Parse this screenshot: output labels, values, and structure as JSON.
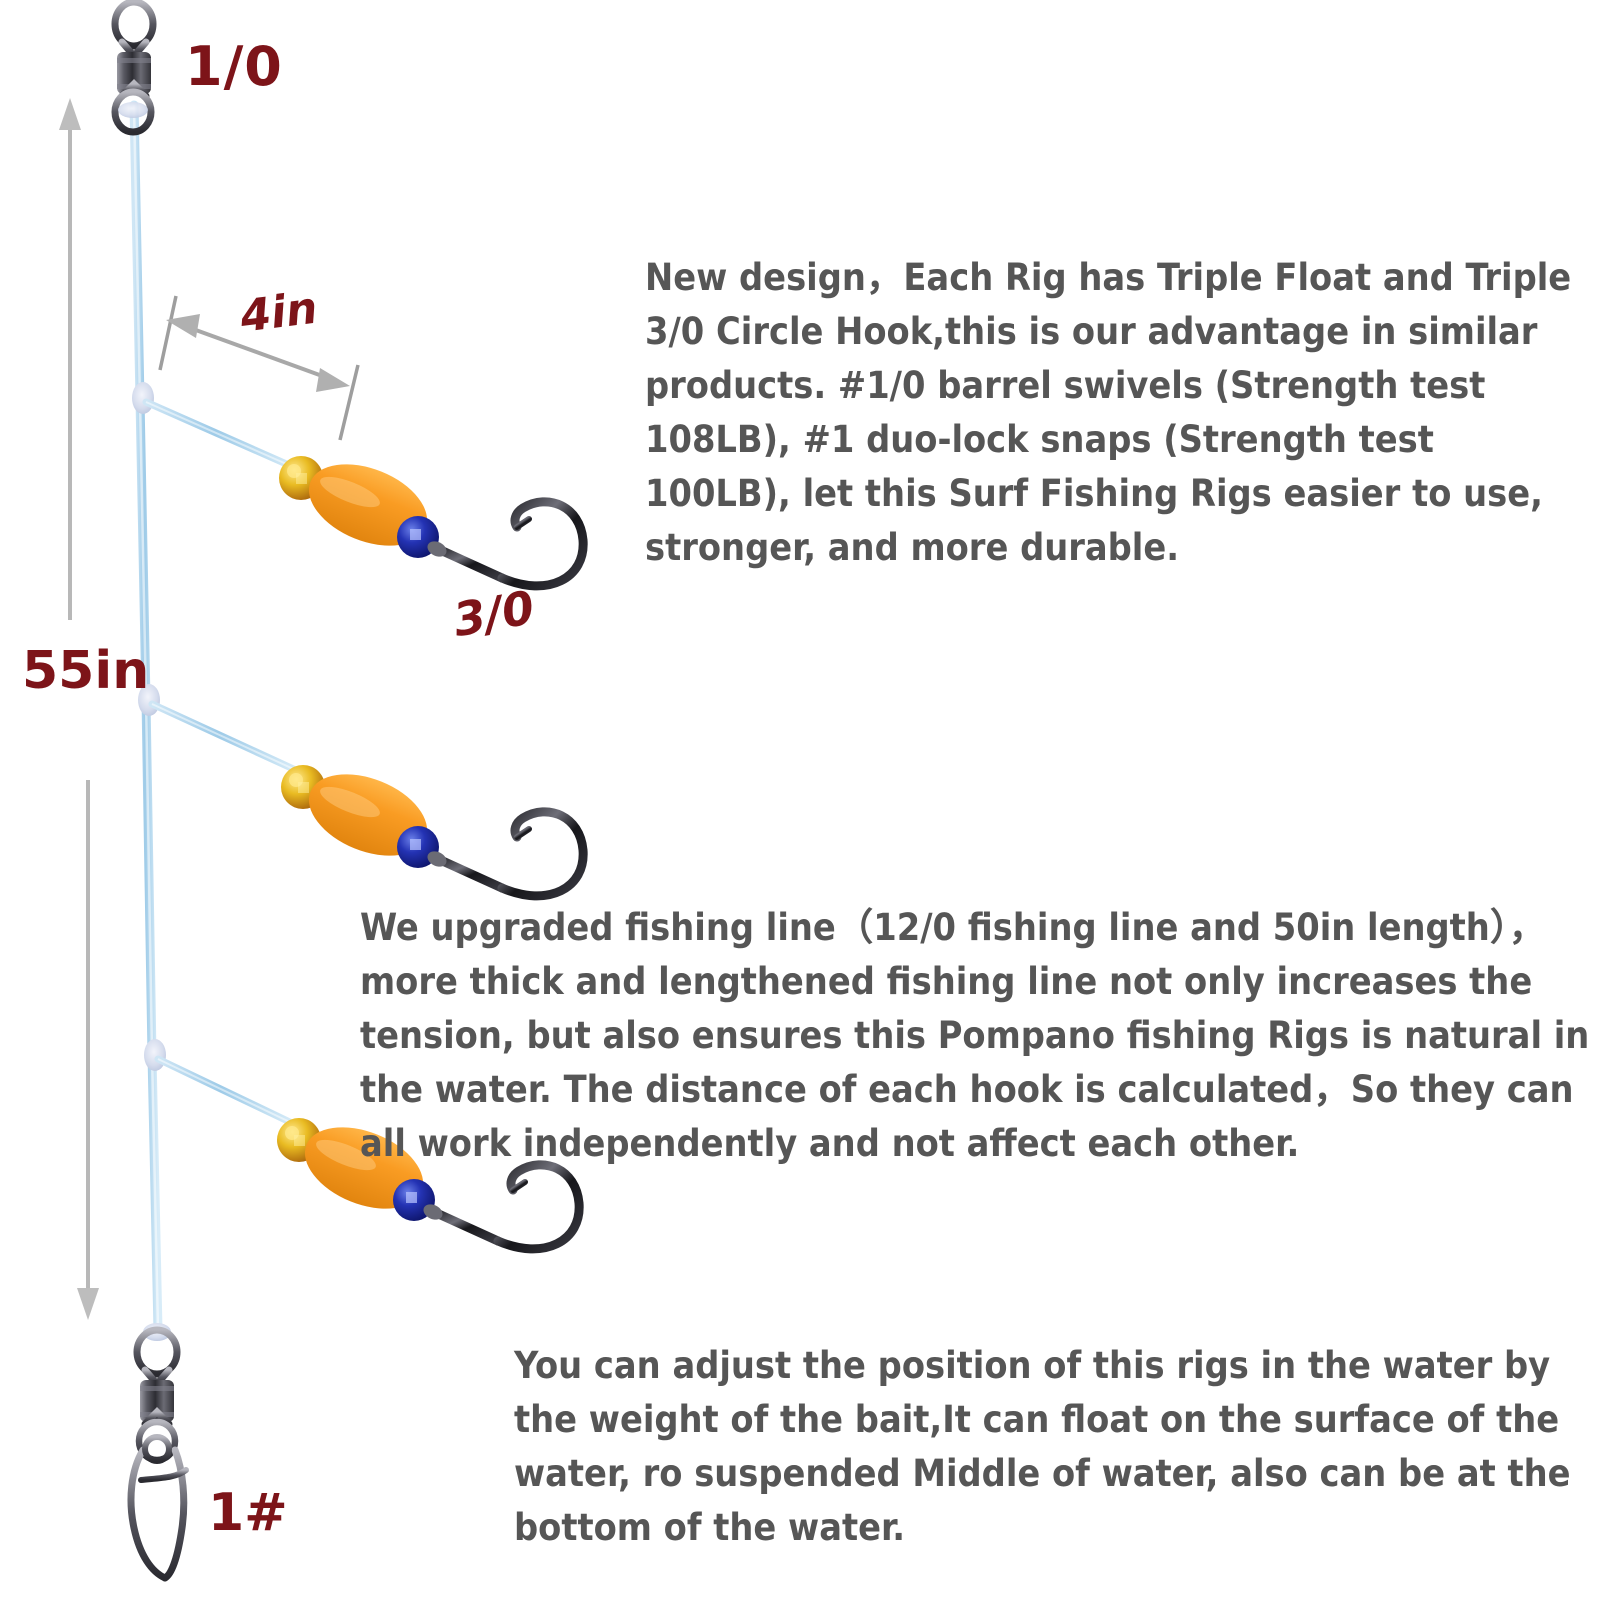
{
  "product": {
    "type": "surf-fishing-rig-infographic",
    "background_color": "#ffffff"
  },
  "diagram": {
    "labels": {
      "top_swivel_size": "1/0",
      "dropper_length": "4in",
      "total_length": "55in",
      "hook_size": "3/0",
      "bottom_snap_size": "1#"
    },
    "label_color": "#7d1419",
    "components": {
      "main_line": "fishing-line",
      "main_line_color": "#b9d9ee",
      "float_color": "#f79a23",
      "amber_bead_color": "#d99b16",
      "blue_bead_color": "#1b2f9e",
      "hardware_color": "#4a4a52",
      "dimension_arrow_color": "#b3b3b3"
    },
    "rig_arms": [
      {
        "id": "arm-1",
        "bead_top": "amber-bead",
        "float": "orange-float",
        "bead_bottom": "blue-bead",
        "hook": "circle-hook",
        "hook_size": "3/0"
      },
      {
        "id": "arm-2",
        "bead_top": "amber-bead",
        "float": "orange-float",
        "bead_bottom": "blue-bead",
        "hook": "circle-hook",
        "hook_size": "3/0"
      },
      {
        "id": "arm-3",
        "bead_top": "amber-bead",
        "float": "orange-float",
        "bead_bottom": "blue-bead",
        "hook": "circle-hook",
        "hook_size": "3/0"
      }
    ]
  },
  "text": {
    "paragraph_color": "#565656",
    "paragraph_1": "New design，Each Rig has Triple Float and Triple 3/0 Circle Hook,this is our advantage in similar products. #1/0 barrel swivels (Strength test 108LB), #1 duo-lock snaps (Strength test 100LB), let this Surf Fishing Rigs easier to use, stronger, and more durable.",
    "paragraph_2": "We upgraded fishing line（12/0 fishing line and 50in length），more thick and lengthened fishing line not only increases the tension, but also ensures this Pompano fishing Rigs is natural in the water. The distance of each hook is calculated，So they can all work independently and not affect each other.",
    "paragraph_3": "You can adjust the position of this rigs in the water by the weight of the bait,It can float on the surface of the water, ro suspended Middle of water, also can be at the bottom of the water."
  }
}
